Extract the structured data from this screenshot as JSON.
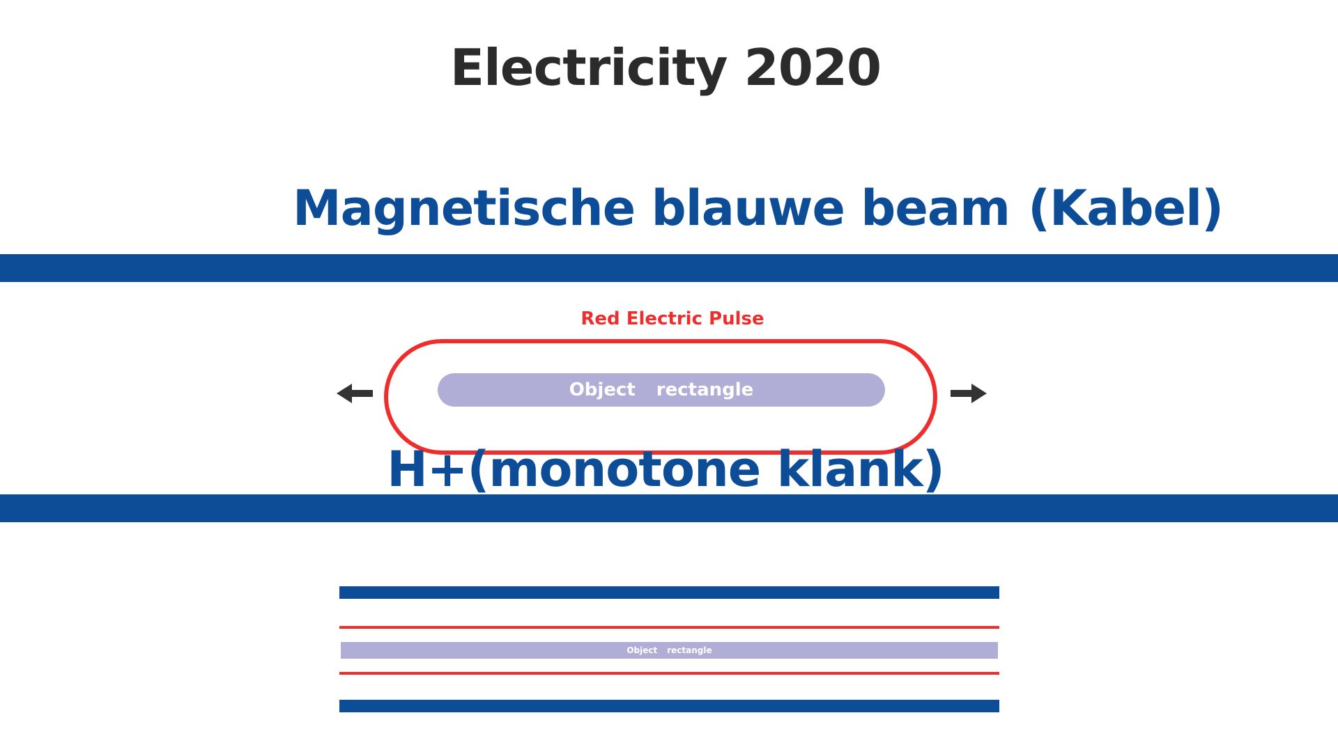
{
  "title": "Electricity 2020",
  "beam_heading": {
    "main": "Magnetische blauwe beam",
    "suffix": "(Kabel)"
  },
  "pulse_label": "Red Electric Pulse",
  "object": {
    "word1": "Object",
    "word2": "rectangle"
  },
  "ion_label": "H+(monotone klank)",
  "mini_diagram": {
    "object_word1": "Object",
    "object_word2": "rectangle"
  },
  "colors": {
    "beam_blue": "#0d4c97",
    "pulse_red": "#f02d2d",
    "object_lavender": "#b0aed6",
    "title_dark": "#2b2b2b",
    "arrow": "#333333"
  },
  "icons": {
    "left": "arrow-left-icon",
    "right": "arrow-right-icon"
  }
}
